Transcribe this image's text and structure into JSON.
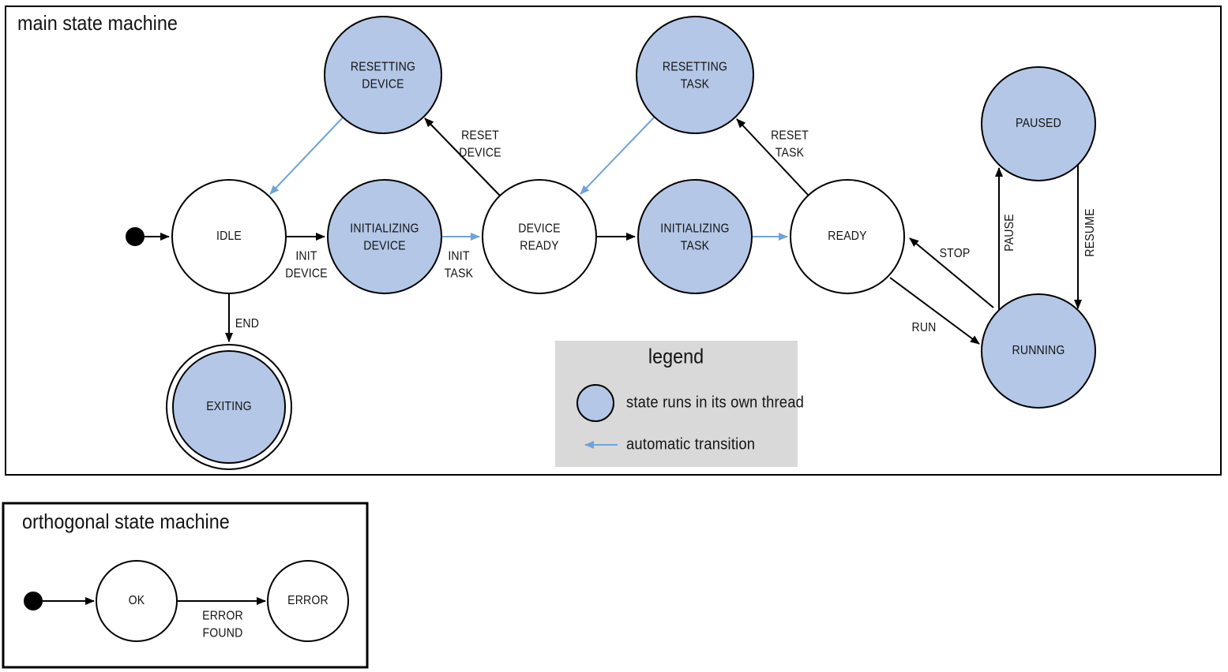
{
  "colors": {
    "state_fill": "#b4c7e7",
    "stroke": "#000000",
    "auto_transition": "#6fa3da",
    "legend_bg": "#d9d9d9",
    "text": "#141414"
  },
  "main": {
    "title": "main state machine",
    "states": {
      "idle": "IDLE",
      "initializing_device": "INITIALIZING\nDEVICE",
      "device_ready": "DEVICE\nREADY",
      "initializing_task": "INITIALIZING\nTASK",
      "ready": "READY",
      "resetting_device": "RESETTING\nDEVICE",
      "resetting_task": "RESETTING\nTASK",
      "paused": "PAUSED",
      "running": "RUNNING",
      "exiting": "EXITING"
    },
    "transitions": {
      "init_device": "INIT\nDEVICE",
      "init_task": "INIT\nTASK",
      "reset_device": "RESET\nDEVICE",
      "reset_task": "RESET\nTASK",
      "end": "END",
      "stop": "STOP",
      "run": "RUN",
      "pause": "PAUSE",
      "resume": "RESUME"
    }
  },
  "legend": {
    "title": "legend",
    "thread_item": "state runs in its own thread",
    "auto_item": "automatic transition"
  },
  "orthogonal": {
    "title": "orthogonal state machine",
    "states": {
      "ok": "OK",
      "error": "ERROR"
    },
    "transitions": {
      "error_found": "ERROR\nFOUND"
    }
  }
}
